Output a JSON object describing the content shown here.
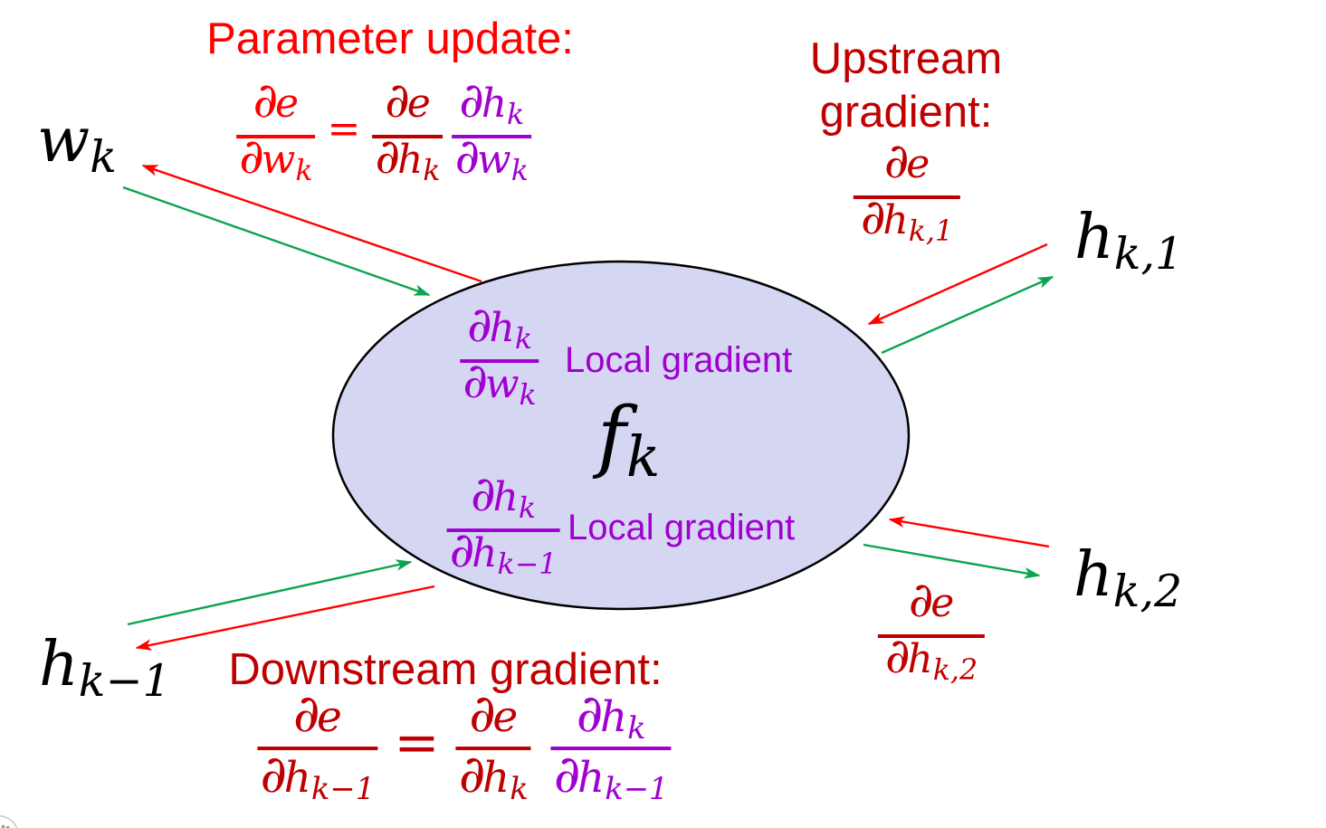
{
  "colors": {
    "bright_red": "#ff0000",
    "dark_red": "#c00000",
    "purple": "#a000d0",
    "green": "#0aa44e",
    "black": "#000000",
    "ellipse_fill": "#d4d6f2",
    "ellipse_stroke": "#000000"
  },
  "node": {
    "function_label": "f_{k}",
    "local_gradient_weight": {
      "num": "∂h_{k}",
      "den": "∂w_{k}",
      "label": "Local gradient"
    },
    "local_gradient_input": {
      "num": "∂h_{k}",
      "den": "∂h_{k−1}",
      "label": "Local gradient"
    }
  },
  "io_labels": {
    "weight": "w_{k}",
    "input": "h_{k−1}",
    "output1": "h_{k,1}",
    "output2": "h_{k,2}"
  },
  "parameter_update": {
    "title": "Parameter update:",
    "equation": {
      "lhs": {
        "num": "∂e",
        "den": "∂w_{k}"
      },
      "equals": "=",
      "rhs_upstream": {
        "num": "∂e",
        "den": "∂h_{k}"
      },
      "rhs_local": {
        "num": "∂h_{k}",
        "den": "∂w_{k}"
      }
    }
  },
  "upstream_gradient": {
    "title_line1": "Upstream",
    "title_line2": "gradient:",
    "frac": {
      "num": "∂e",
      "den": "∂h_{k,1}"
    }
  },
  "output2_gradient": {
    "frac": {
      "num": "∂e",
      "den": "∂h_{k,2}"
    }
  },
  "downstream_gradient": {
    "title": "Downstream gradient:",
    "equation": {
      "lhs": {
        "num": "∂e",
        "den": "∂h_{k−1}"
      },
      "equals": "=",
      "rhs_upstream": {
        "num": "∂e",
        "den": "∂h_{k}"
      },
      "rhs_local": {
        "num": "∂h_{k}",
        "den": "∂h_{k−1}"
      }
    }
  },
  "arrows": [
    {
      "id": "backward-to-weight",
      "direction": "backward",
      "color_role": "red"
    },
    {
      "id": "forward-from-weight",
      "direction": "forward",
      "color_role": "green"
    },
    {
      "id": "backward-from-output1",
      "direction": "backward",
      "color_role": "red"
    },
    {
      "id": "forward-to-output1",
      "direction": "forward",
      "color_role": "green"
    },
    {
      "id": "backward-from-output2",
      "direction": "backward",
      "color_role": "red"
    },
    {
      "id": "forward-to-output2",
      "direction": "forward",
      "color_role": "green"
    },
    {
      "id": "forward-from-input",
      "direction": "forward",
      "color_role": "green"
    },
    {
      "id": "backward-to-input",
      "direction": "backward",
      "color_role": "red"
    }
  ]
}
